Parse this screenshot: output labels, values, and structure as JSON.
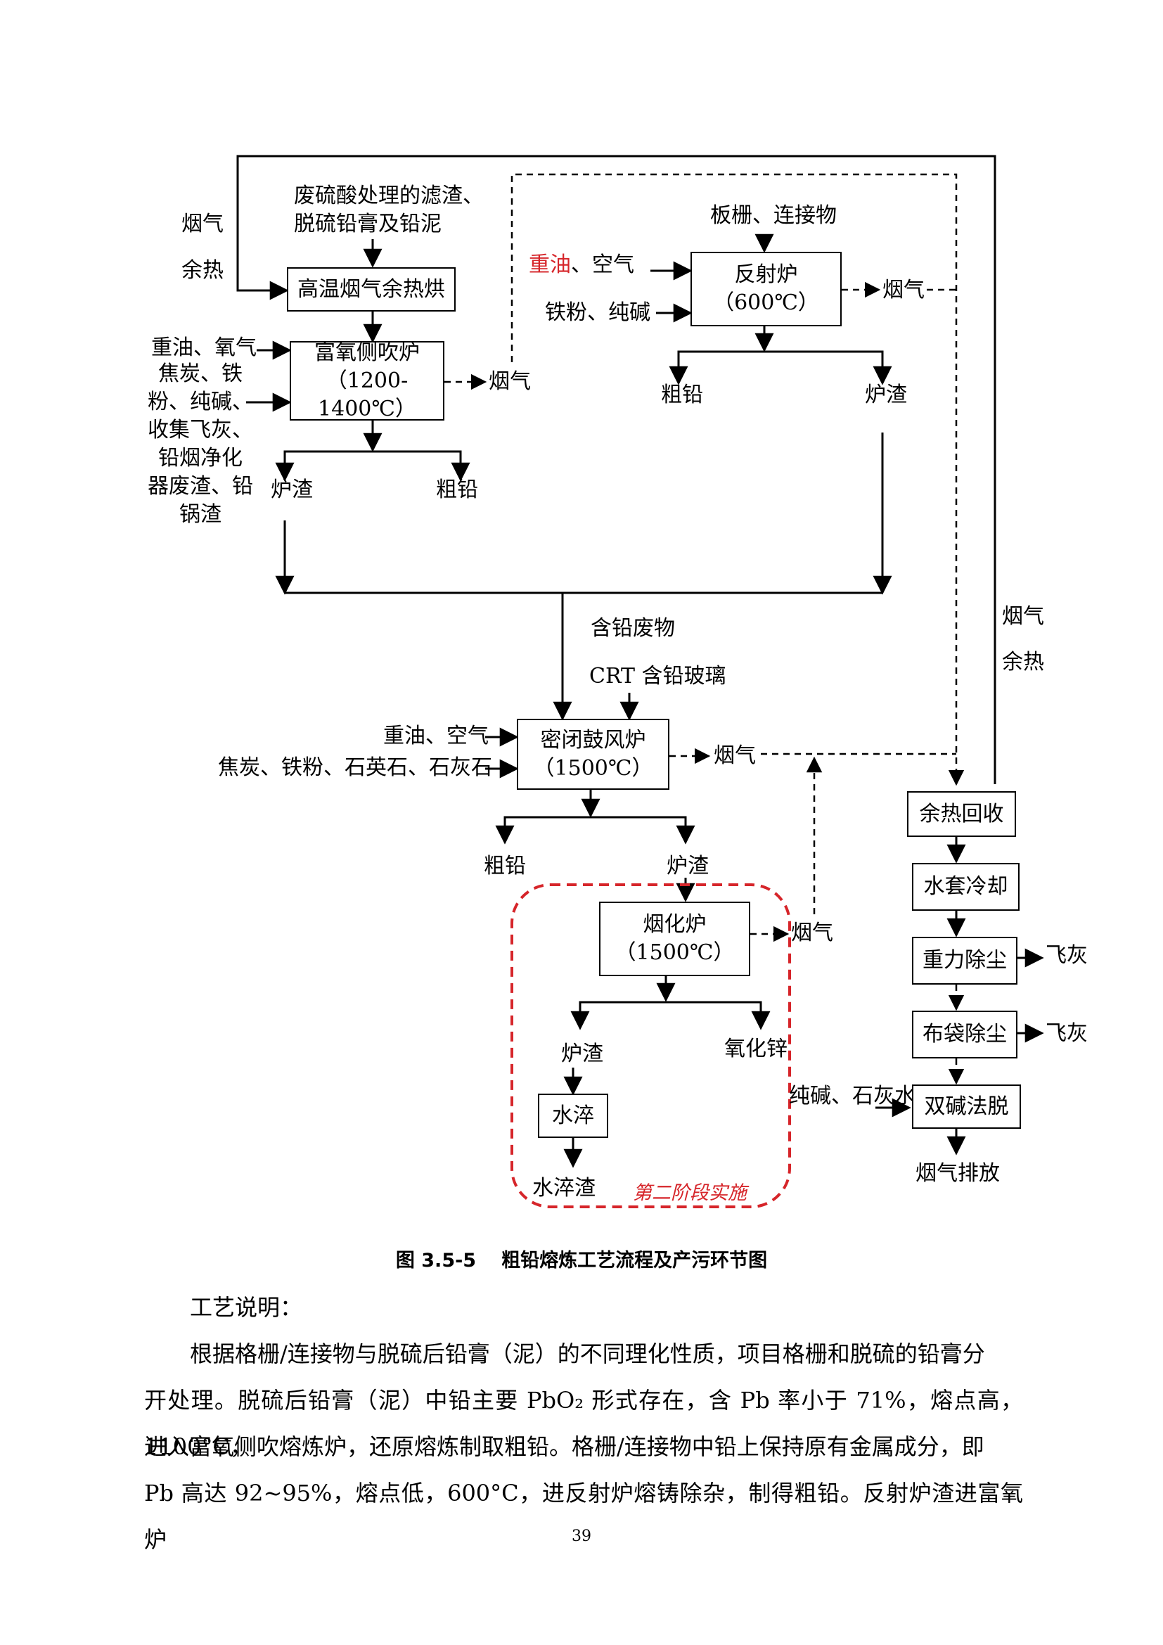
{
  "diagram": {
    "feed_top": [
      "废硫酸处理的滤渣、",
      "脱硫铅膏及铅泥"
    ],
    "yanqi": "烟气",
    "yure": "余热",
    "dryer": "高温烟气余热烘",
    "side_feed_1": "重油、氧气",
    "side_feed_rest": [
      "焦炭、铁",
      "粉、纯碱、",
      "收集飞灰、",
      "铅烟净化",
      "器废渣、铅",
      "锅渣"
    ],
    "side_furnace": [
      "富氧侧吹炉",
      "（1200-1400℃）"
    ],
    "luzha": "炉渣",
    "cuqian": "粗铅",
    "grid_feed": "板栅、连接物",
    "reverb_oil": "重油",
    "reverb_air": "、空气",
    "reverb_iron": "铁粉、纯碱",
    "reverb_furnace": [
      "反射炉",
      "（600℃）"
    ],
    "waste": "含铅废物",
    "crt": "CRT 含铅玻璃",
    "blast_feed1": "重油、空气",
    "blast_feed2": "焦炭、铁粉、石英石、石灰石",
    "blast_furnace": [
      "密闭鼓风炉",
      "（1500℃）"
    ],
    "fuming_furnace": [
      "烟化炉",
      "（1500℃）"
    ],
    "zinc_oxide": "氧化锌",
    "quench": "水淬",
    "quench_slag": "水淬渣",
    "stage_two": "第二阶段实施",
    "heat_recovery": "余热回收",
    "water_cooling": "水套冷却",
    "gravity_dust": "重力除尘",
    "bag_dust": "布袋除尘",
    "feihui": "飞灰",
    "alkali": "纯碱、石灰水",
    "dual_alkali": "双碱法脱",
    "flue_exhaust": "烟气排放"
  },
  "caption": {
    "number": "图 3.5-5",
    "title": "粗铅熔炼工艺流程及产污环节图"
  },
  "body": {
    "heading": "工艺说明：",
    "p1_lines": [
      "根据格栅/连接物与脱硫后铅膏（泥）的不同理化性质，项目格栅和脱硫的铅膏分",
      "开处理。脱硫后铅膏（泥）中铅主要 PbO₂ 形式存在，含 Pb 率小于 71%，熔点高，1100°C，",
      "进入富氧侧吹熔炼炉，还原熔炼制取粗铅。格栅/连接物中铅上保持原有金属成分，即",
      "Pb 高达 92~95%，熔点低，600°C，进反射炉熔铸除杂，制得粗铅。反射炉渣进富氧炉"
    ]
  },
  "page_number": "39",
  "colors": {
    "stage_border": "#d6252a",
    "heavy_oil": "#d6252a"
  }
}
